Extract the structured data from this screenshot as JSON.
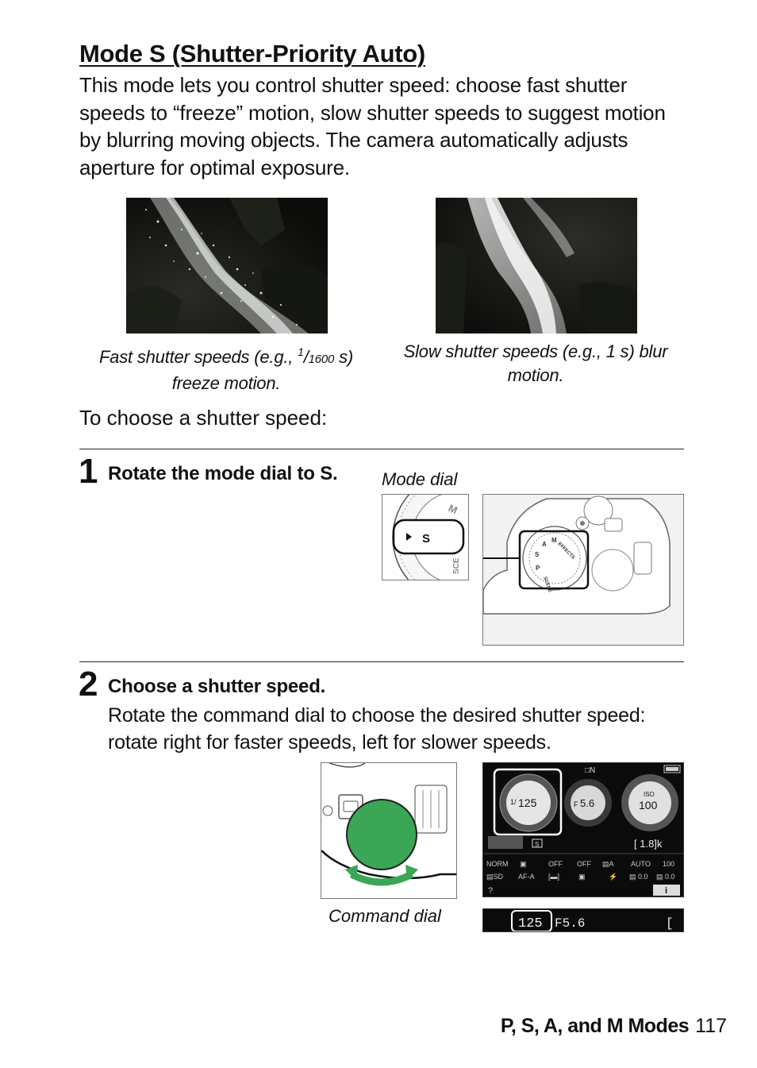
{
  "title": "Mode S (Shutter-Priority Auto)",
  "intro": "This mode lets you control shutter speed: choose fast shutter speeds to “freeze” motion, slow shutter speeds to suggest motion by blurring moving objects.  The camera automatically adjusts aperture for optimal exposure.",
  "captions": {
    "fast_prefix": "Fast shutter speeds (e.g., ",
    "fast_num": "1",
    "fast_slash": "/",
    "fast_den": "1600",
    "fast_suffix": " s) freeze motion.",
    "slow": "Slow shutter speeds (e.g., 1 s) blur motion."
  },
  "choose_intro": "To choose a shutter speed:",
  "steps": [
    {
      "number": "1",
      "title": "Rotate the mode dial to S."
    },
    {
      "number": "2",
      "title": "Choose a shutter speed.",
      "body": "Rotate the command dial to choose the desired shutter speed: rotate right for faster speeds, left for slower speeds."
    }
  ],
  "labels": {
    "mode_dial": "Mode dial",
    "command_dial": "Command dial"
  },
  "mode_dial_marks": {
    "selected": "S",
    "dial_letters": [
      "M",
      "A",
      "S",
      "P",
      "EFFECTS",
      "SCENE"
    ],
    "side_text": "SCE"
  },
  "lcd": {
    "shutter_prefix": "1/",
    "shutter": "125",
    "aperture_prefix": "F",
    "aperture": "5.6",
    "iso_label": "ISO",
    "iso": "100",
    "release_mode": "□N",
    "mode_letter": "S",
    "remaining": "[  1.8]k",
    "row1": [
      "NORM",
      "▣",
      "OFF",
      "OFF",
      "▤A",
      "AUTO",
      "100"
    ],
    "row2": [
      "▤SD",
      "AF-A",
      "[▬]",
      "▣",
      "⚡",
      "▤ 0.0",
      "▤ 0.0"
    ],
    "help": "?",
    "info": "i"
  },
  "viewfinder": {
    "shutter": "125",
    "aperture": "F5.6",
    "bracket": "["
  },
  "footer": {
    "section": "P, S, A, and M Modes",
    "page": "117"
  },
  "colors": {
    "command_dial": "#3aa656",
    "lcd_background": "#0b0b0b"
  }
}
